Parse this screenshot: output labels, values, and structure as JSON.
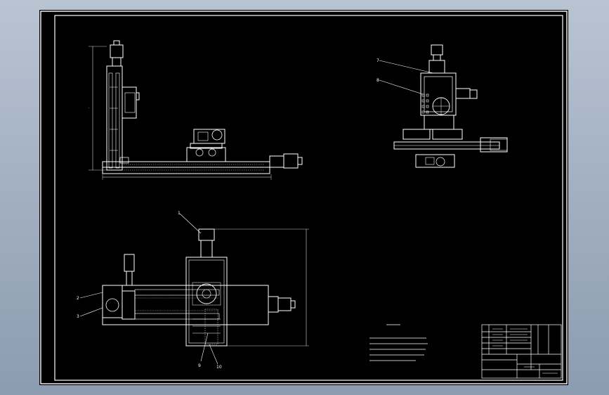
{
  "sheet": {
    "background": "#000000",
    "line_color": "#ffffff",
    "viewport_bg": "#a4b1c3"
  },
  "callouts": {
    "side_view": [
      "7",
      "8"
    ],
    "top_view": [
      "1",
      "2",
      "3",
      "9",
      "10"
    ]
  }
}
